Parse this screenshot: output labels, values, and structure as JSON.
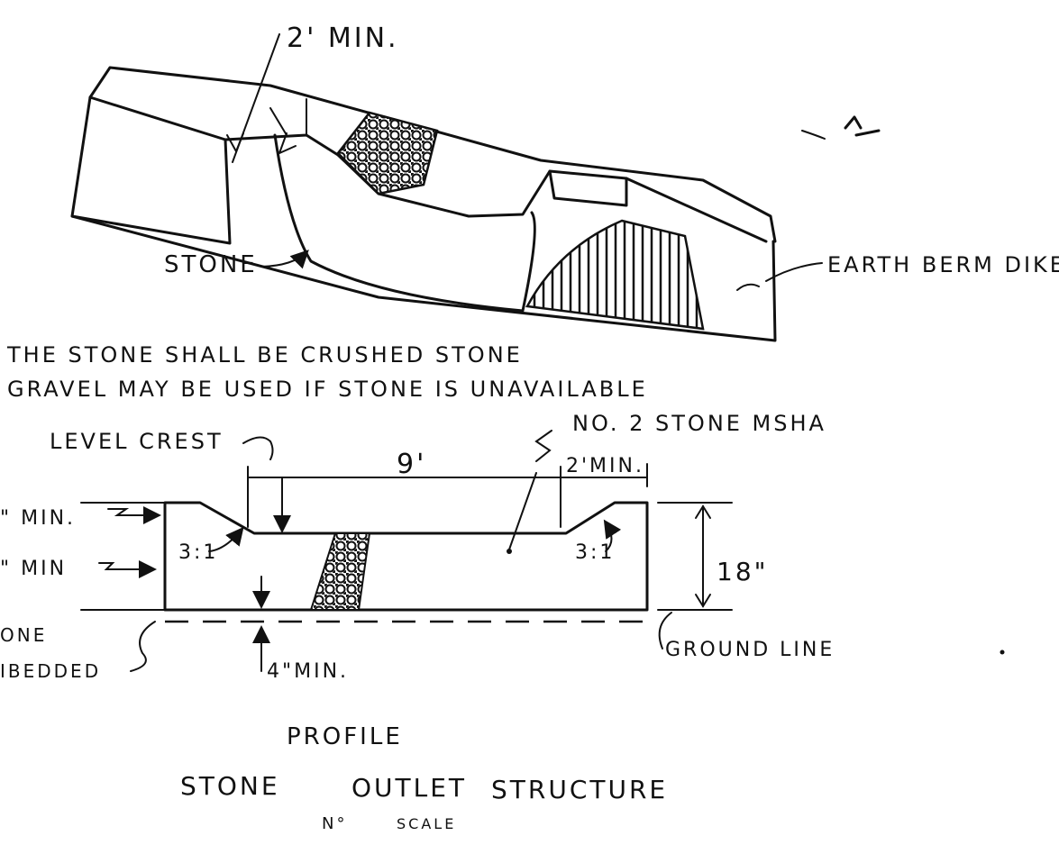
{
  "iso": {
    "width_label": "2' MIN.",
    "stone_label": "STONE",
    "dike_label": "EARTH BERM DIKE"
  },
  "notes": {
    "line1": "THE STONE SHALL BE CRUSHED STONE",
    "line2": "GRAVEL MAY BE USED IF STONE IS UNAVAILABLE"
  },
  "profile": {
    "level_crest": "LEVEL CREST",
    "stone_spec": "NO. 2 STONE MSHA",
    "crest_width": "9'",
    "side_min": "2'MIN.",
    "upper_min": "\" MIN.",
    "lower_min": "\" MIN",
    "slope_left": "3:1",
    "slope_right": "3:1",
    "height": "18\"",
    "stone_embedded_1": "ONE",
    "stone_embedded_2": "IBEDDED",
    "embed_min": "4\"MIN.",
    "ground_line": "GROUND LINE"
  },
  "titles": {
    "view": "PROFILE",
    "structure_1": "STONE",
    "structure_2": "OUTLET",
    "structure_3": "STRUCTURE",
    "scale_1": "N°",
    "scale_2": "SCALE"
  }
}
